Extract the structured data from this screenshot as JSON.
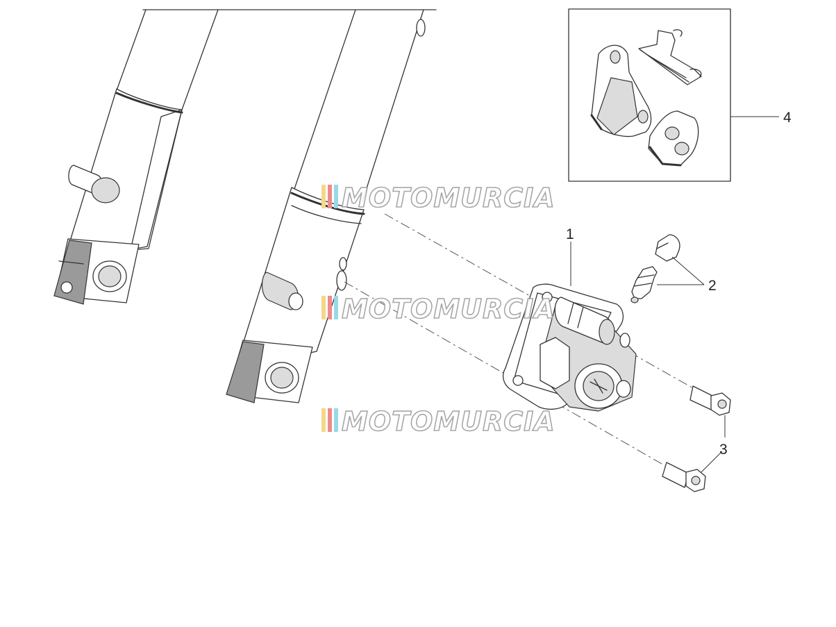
{
  "watermark": {
    "text": "MOTOMURCIA",
    "stripe_colors": [
      "#f2d98a",
      "#f08a8a",
      "#9ad8e8"
    ]
  },
  "callouts": {
    "caliper": "1",
    "bleeder": "2",
    "bolts": "3",
    "pads": "4"
  },
  "colors": {
    "line": "#333333",
    "fill": "#ffffff",
    "shade": "#dcdcdc"
  }
}
